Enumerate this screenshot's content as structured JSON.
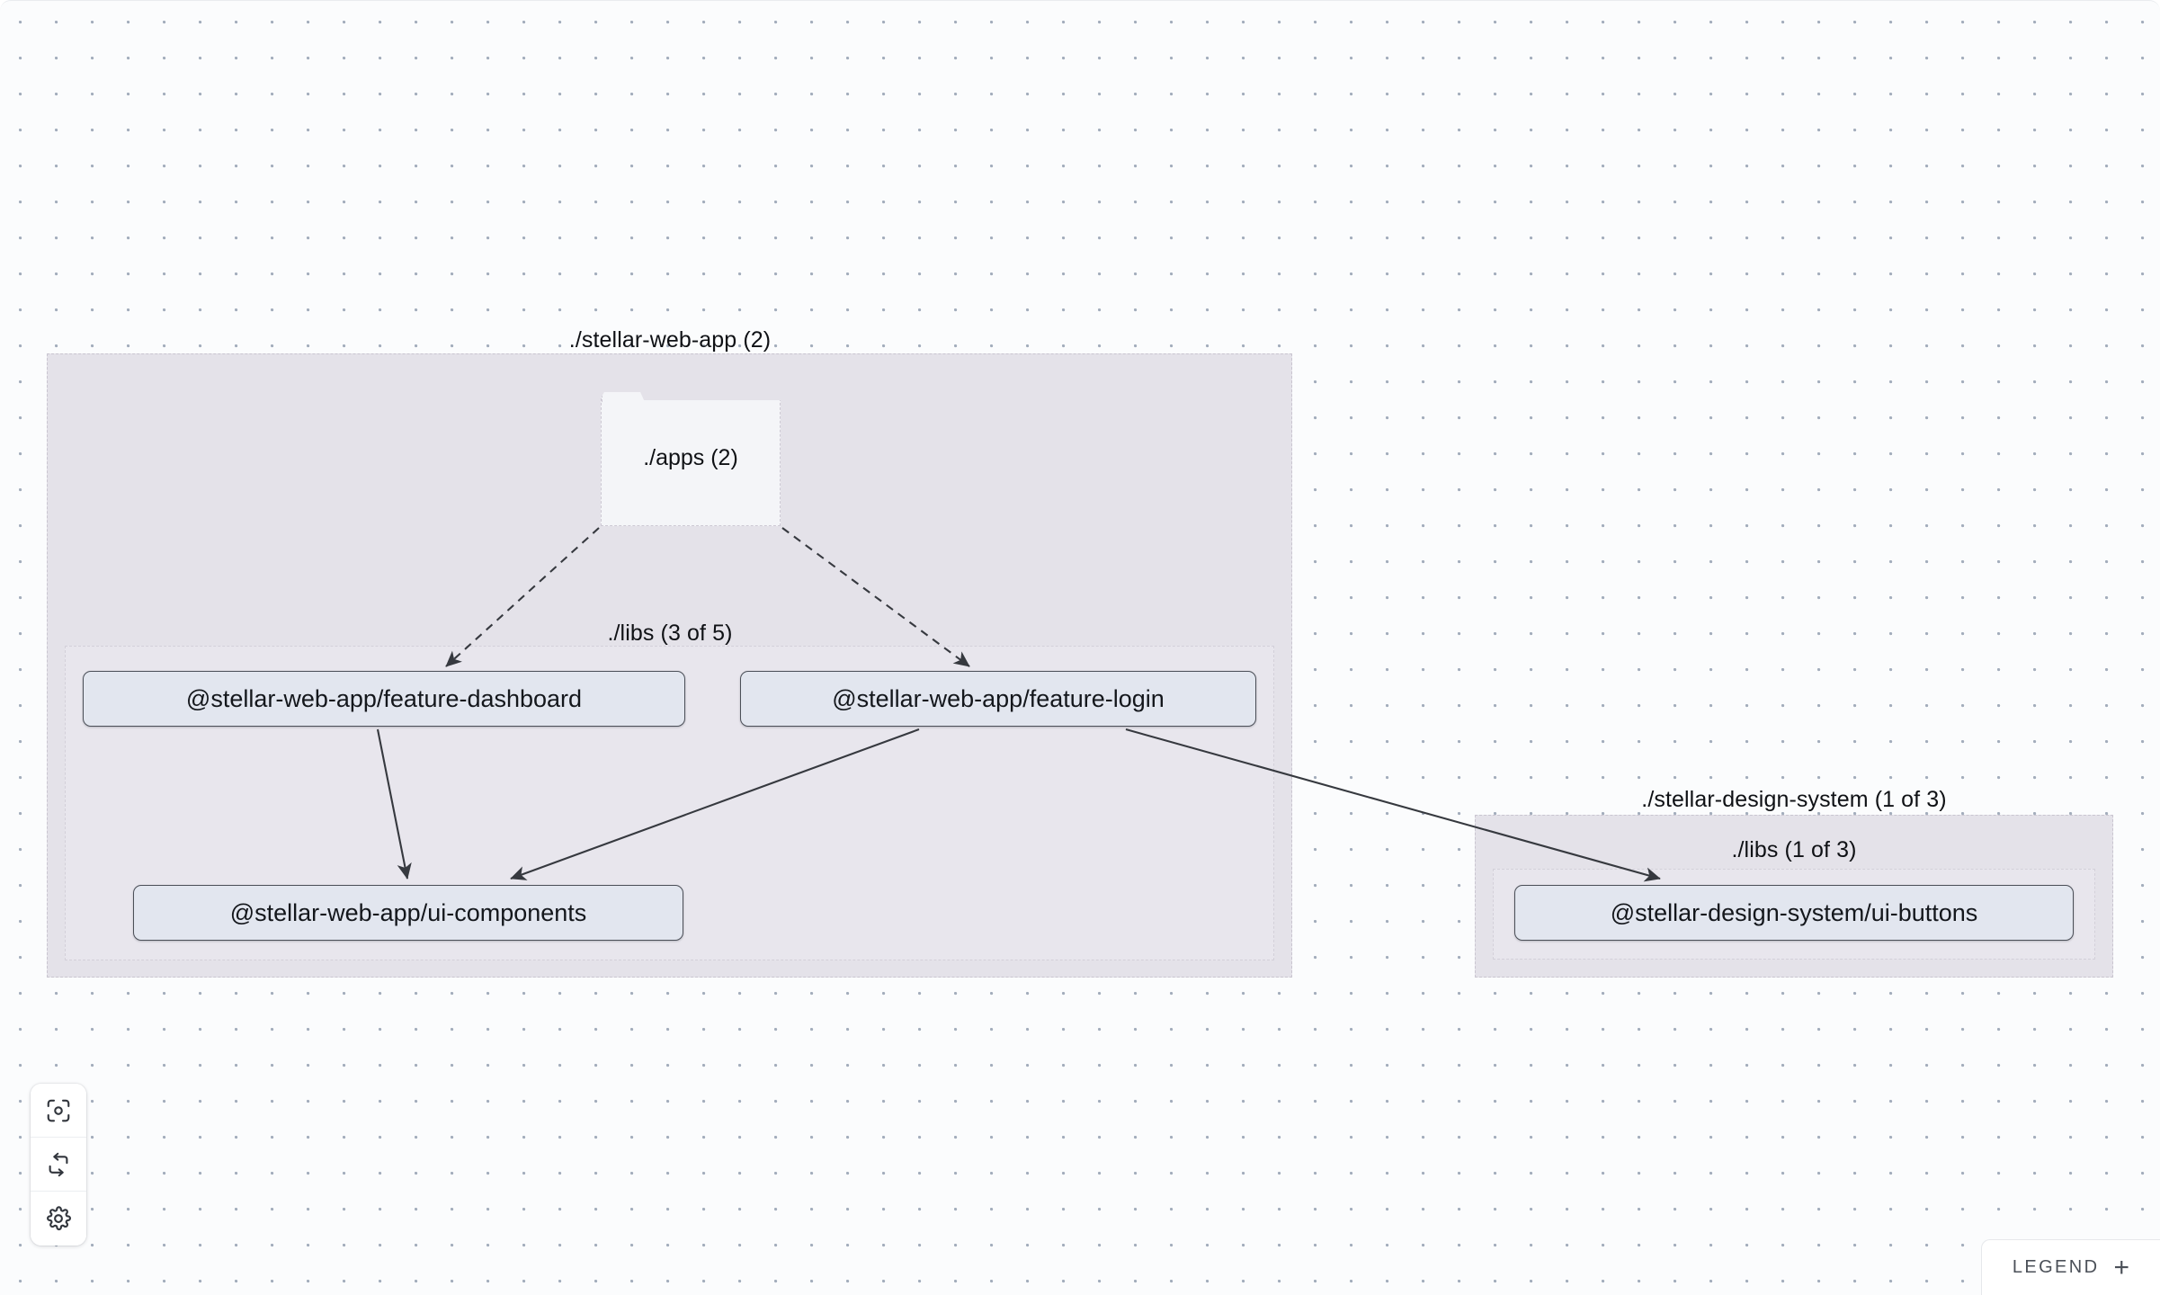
{
  "canvas": {
    "background_color": "#fbfcfd",
    "dot_color": "#a3adbc"
  },
  "groups": [
    {
      "id": "stellar-web-app",
      "label": "./stellar-web-app (2)",
      "fill": "#e4e2e9"
    },
    {
      "id": "stellar-web-app-libs",
      "label": "./libs (3 of 5)",
      "fill": "#e8e6ed"
    },
    {
      "id": "stellar-design-system",
      "label": "./stellar-design-system (1 of 3)",
      "fill": "#e4e2e9"
    },
    {
      "id": "stellar-design-system-libs",
      "label": "./libs (1 of 3)",
      "fill": "#e8e6ed"
    }
  ],
  "folders": [
    {
      "id": "apps",
      "label": "./apps (2)",
      "fill": "#f4f5f8"
    }
  ],
  "nodes": [
    {
      "id": "feature-dashboard",
      "label": "@stellar-web-app/feature-dashboard"
    },
    {
      "id": "feature-login",
      "label": "@stellar-web-app/feature-login"
    },
    {
      "id": "ui-components",
      "label": "@stellar-web-app/ui-components"
    },
    {
      "id": "ui-buttons",
      "label": "@stellar-design-system/ui-buttons"
    }
  ],
  "edges": [
    {
      "from": "apps",
      "to": "feature-dashboard",
      "style": "dashed"
    },
    {
      "from": "apps",
      "to": "feature-login",
      "style": "dashed"
    },
    {
      "from": "feature-dashboard",
      "to": "ui-components",
      "style": "solid"
    },
    {
      "from": "feature-login",
      "to": "ui-components",
      "style": "solid"
    },
    {
      "from": "feature-login",
      "to": "ui-buttons",
      "style": "solid"
    }
  ],
  "controls": [
    {
      "id": "focus",
      "icon": "focus-target-icon",
      "title": "Focus graph"
    },
    {
      "id": "refresh",
      "icon": "refresh-icon",
      "title": "Refresh graph"
    },
    {
      "id": "settings",
      "icon": "gear-icon",
      "title": "Settings"
    }
  ],
  "legend": {
    "label": "LEGEND",
    "expand_symbol": "+"
  }
}
